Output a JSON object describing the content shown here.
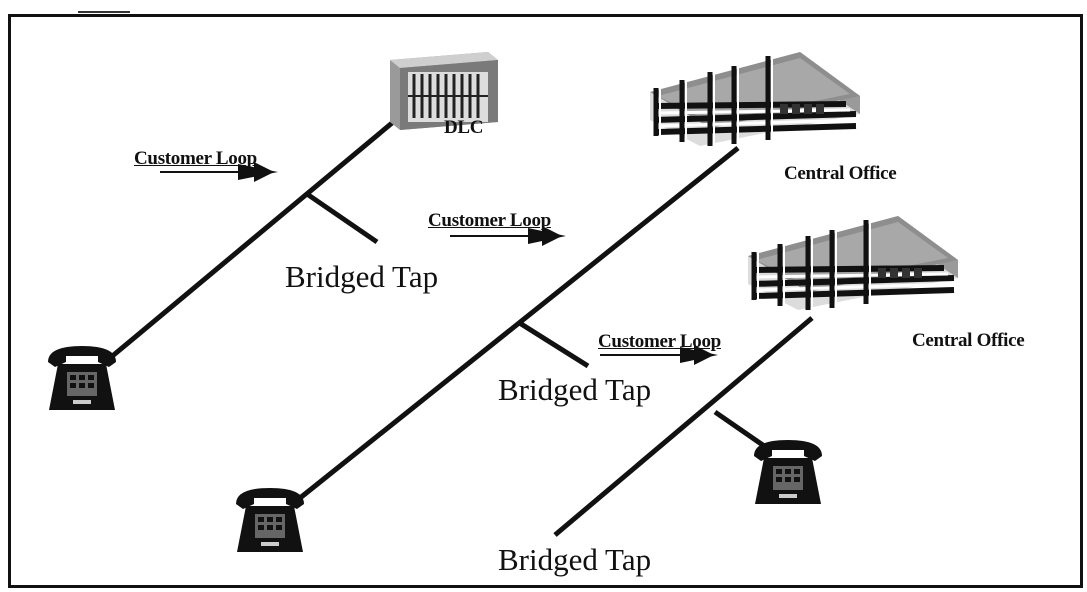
{
  "labels": {
    "dlc": "DLC",
    "customer_loop": "Customer Loop",
    "central_office": "Central Office",
    "bridged_tap": "Bridged Tap"
  },
  "colors": {
    "line": "#111111",
    "background": "#ffffff"
  },
  "icons": [
    "telephone-icon",
    "building-icon",
    "dlc-cabinet-icon",
    "arrow-icon"
  ]
}
